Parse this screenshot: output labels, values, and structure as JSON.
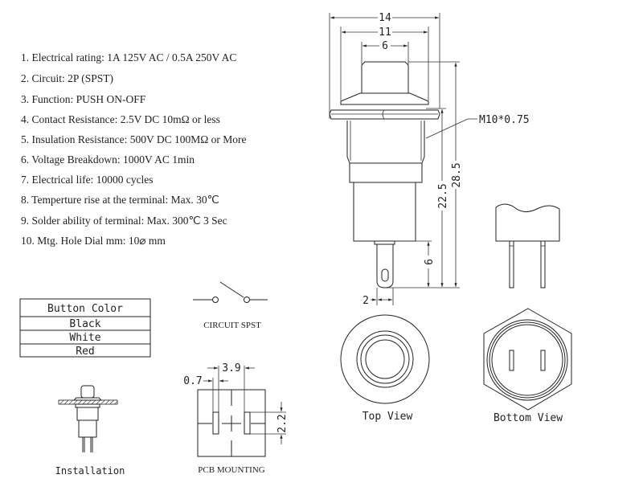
{
  "specs": [
    "1. Electrical rating: 1A 125V AC / 0.5A 250V AC",
    "2. Circuit: 2P (SPST)",
    "3. Function: PUSH  ON-OFF",
    "4. Contact Resistance: 2.5V DC 10mΩ  or less",
    "5. Insulation Resistance: 500V DC 100MΩ  or More",
    "6. Voltage Breakdown: 1000V AC 1min",
    "7. Electrical life: 10000 cycles",
    "8. Temperture rise at the terminal: Max. 30℃",
    "9. Solder ability of terminal: Max. 300℃  3 Sec",
    "10. Mtg. Hole Dial mm: 10⌀ mm"
  ],
  "color_table": {
    "header": "Button Color",
    "options": [
      "Black",
      "White",
      "Red"
    ]
  },
  "side_view": {
    "dims": {
      "overall_width": "14",
      "flange_width": "11",
      "button_width": "6",
      "thread": "M10*0.75",
      "height_below_panel": "22.5",
      "total_height": "28.5",
      "terminal_length": "6",
      "terminal_width": "2"
    }
  },
  "labels": {
    "circuit": "CIRCUIT SPST",
    "installation": "Installation",
    "pcb": "PCB MOUNTING",
    "top_view": "Top View",
    "bottom_view": "Bottom View"
  },
  "pcb_dims": {
    "pin_pitch": "3.9",
    "pin_width": "0.7",
    "pin_length": "2.2"
  }
}
